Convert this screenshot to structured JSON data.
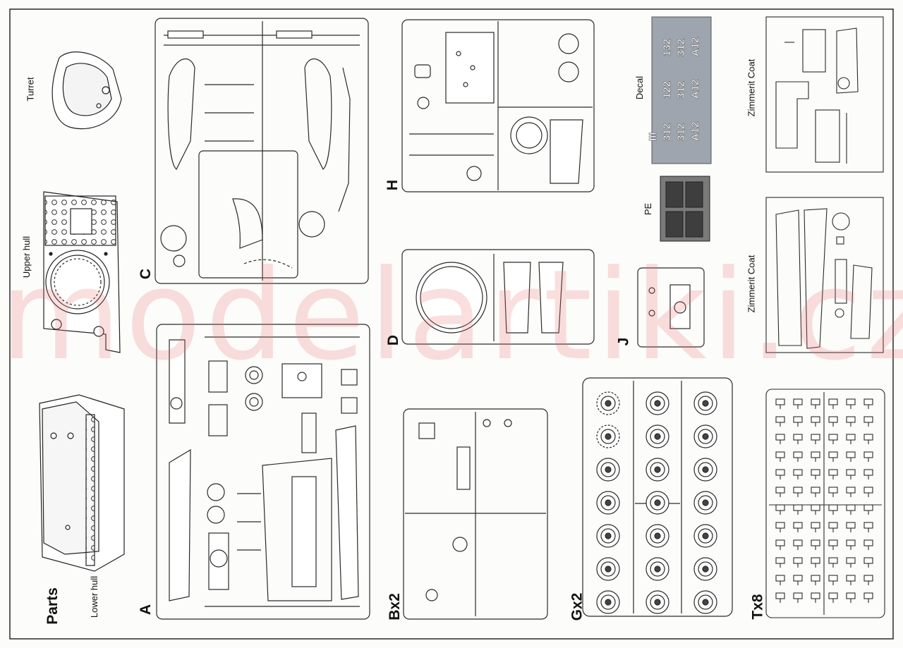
{
  "watermark": "modelartiki.cz",
  "parts_title": "Parts",
  "hull_labels": {
    "turret": "Turret",
    "upper_hull": "Upper hull",
    "lower_hull": "Lower hull"
  },
  "sprue_labels": {
    "c": "C",
    "h": "H",
    "d": "D",
    "j": "J",
    "a": "A",
    "b": "Bx2",
    "g": "Gx2",
    "t": "Tx8"
  },
  "extras_labels": {
    "decal": "Decal",
    "pe": "PE",
    "zimmerit_1": "Zimmerit Coat",
    "zimmerit_2": "Zimmerit Coat"
  },
  "decal_markings": [
    "A12",
    "A12",
    "A12",
    "312",
    "312",
    "312",
    "312",
    "122",
    "132",
    "III"
  ],
  "colors": {
    "line": "#2a2a2a",
    "watermark": "#e87070",
    "decal_sheet": "#9fa5ae",
    "pe_fret": "#6c6c6c"
  }
}
